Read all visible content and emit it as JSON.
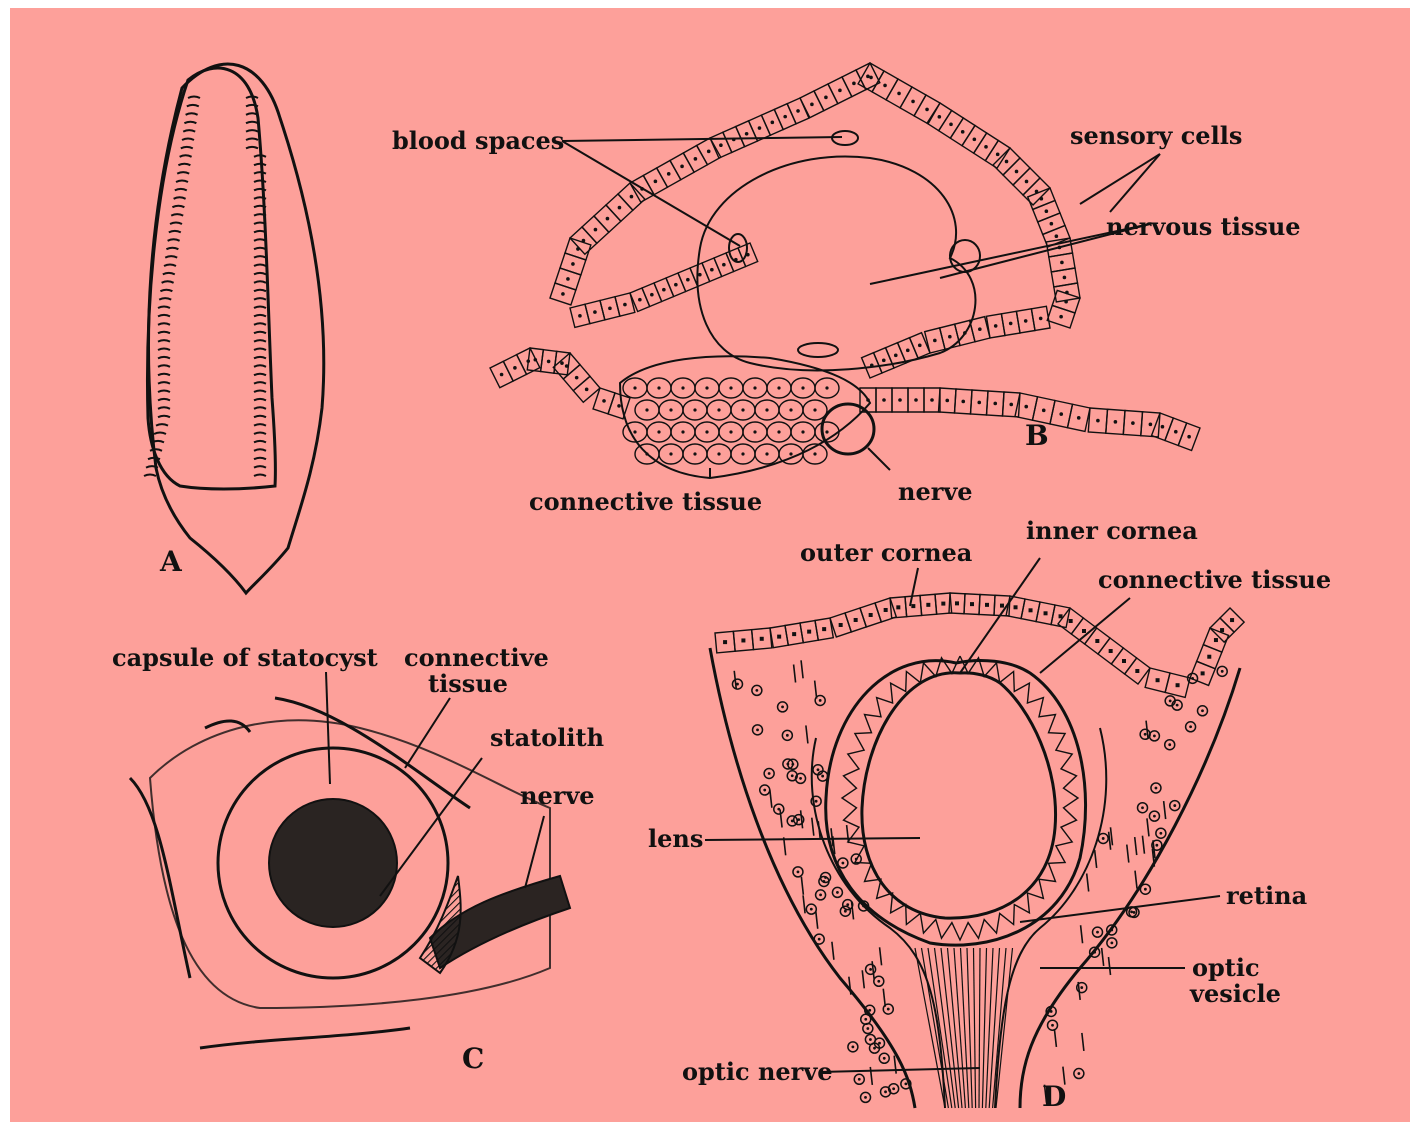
{
  "colors": {
    "background": "#fda09a",
    "ink": "#111111",
    "statolith": "#2a2422",
    "nerve": "#2b2422"
  },
  "panels": {
    "A": {
      "letter": "A"
    },
    "B": {
      "letter": "B",
      "labels": {
        "blood_spaces": "blood spaces",
        "sensory_cells": "sensory cells",
        "nervous_tissue": "nervous tissue",
        "connective_tissue": "connective tissue",
        "nerve": "nerve"
      }
    },
    "C": {
      "letter": "C",
      "labels": {
        "capsule": "capsule of statocyst",
        "connective_line1": "connective",
        "connective_line2": "tissue",
        "statolith": "statolith",
        "nerve": "nerve"
      }
    },
    "D": {
      "letter": "D",
      "labels": {
        "outer_cornea": "outer cornea",
        "inner_cornea": "inner cornea",
        "connective_tissue": "connective tissue",
        "lens": "lens",
        "retina": "retina",
        "optic_line1": "optic",
        "optic_line2": "vesicle",
        "optic_nerve": "optic nerve"
      }
    }
  }
}
